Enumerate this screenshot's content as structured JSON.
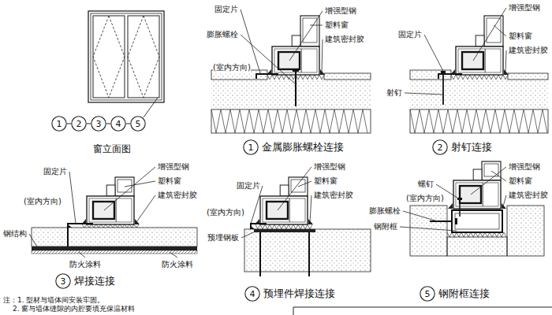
{
  "diagram": {
    "nodes": [
      {
        "text": [
          "1"
        ]
      },
      {
        "text": [
          "2"
        ]
      },
      {
        "text": [
          "3"
        ]
      },
      {
        "text": [
          "4"
        ]
      },
      {
        "text": [
          "5"
        ]
      },
      {
        "text": [
          "1"
        ]
      },
      {
        "text": [
          "2"
        ]
      },
      {
        "text": [
          "3"
        ]
      },
      {
        "text": [
          "4"
        ]
      },
      {
        "text": [
          "5"
        ]
      }
    ],
    "edges": [
      {
        "from": 0,
        "to": 1,
        "arrow": "none"
      },
      {
        "from": 1,
        "to": 2,
        "arrow": "none"
      },
      {
        "from": 2,
        "to": 3,
        "arrow": "none"
      },
      {
        "from": 3,
        "to": 4,
        "arrow": "none"
      }
    ],
    "labels": [
      "窗立面图",
      "固定片",
      "膨胀螺栓",
      "(室内方向)",
      "增强型钢",
      "塑料窗",
      "建筑密封胶",
      "金属膨胀螺栓连接",
      "固定片",
      "增强型钢",
      "塑料窗",
      "建筑密封胶",
      "射钉",
      "射钉连接",
      "固定片",
      "(室内方向)",
      "增强型钢",
      "塑料窗",
      "建筑密封胶",
      "钢结构",
      "防火涂料",
      "防火涂料",
      "焊接连接",
      "固定片",
      "增强型钢",
      "塑料窗",
      "建筑密封胶",
      "(室内方向)",
      "预埋钢板",
      "预埋件焊接连接",
      "螺钉",
      "增强型钢",
      "塑料窗",
      "建筑密封胶",
      "膨胀螺栓",
      "(室内方向)",
      "钢附框",
      "钢附框连接",
      "注：1. 型材与墙体间安装牢固。",
      "2. 窗与墙体缝隙的内腔要填充保温材料"
    ]
  }
}
